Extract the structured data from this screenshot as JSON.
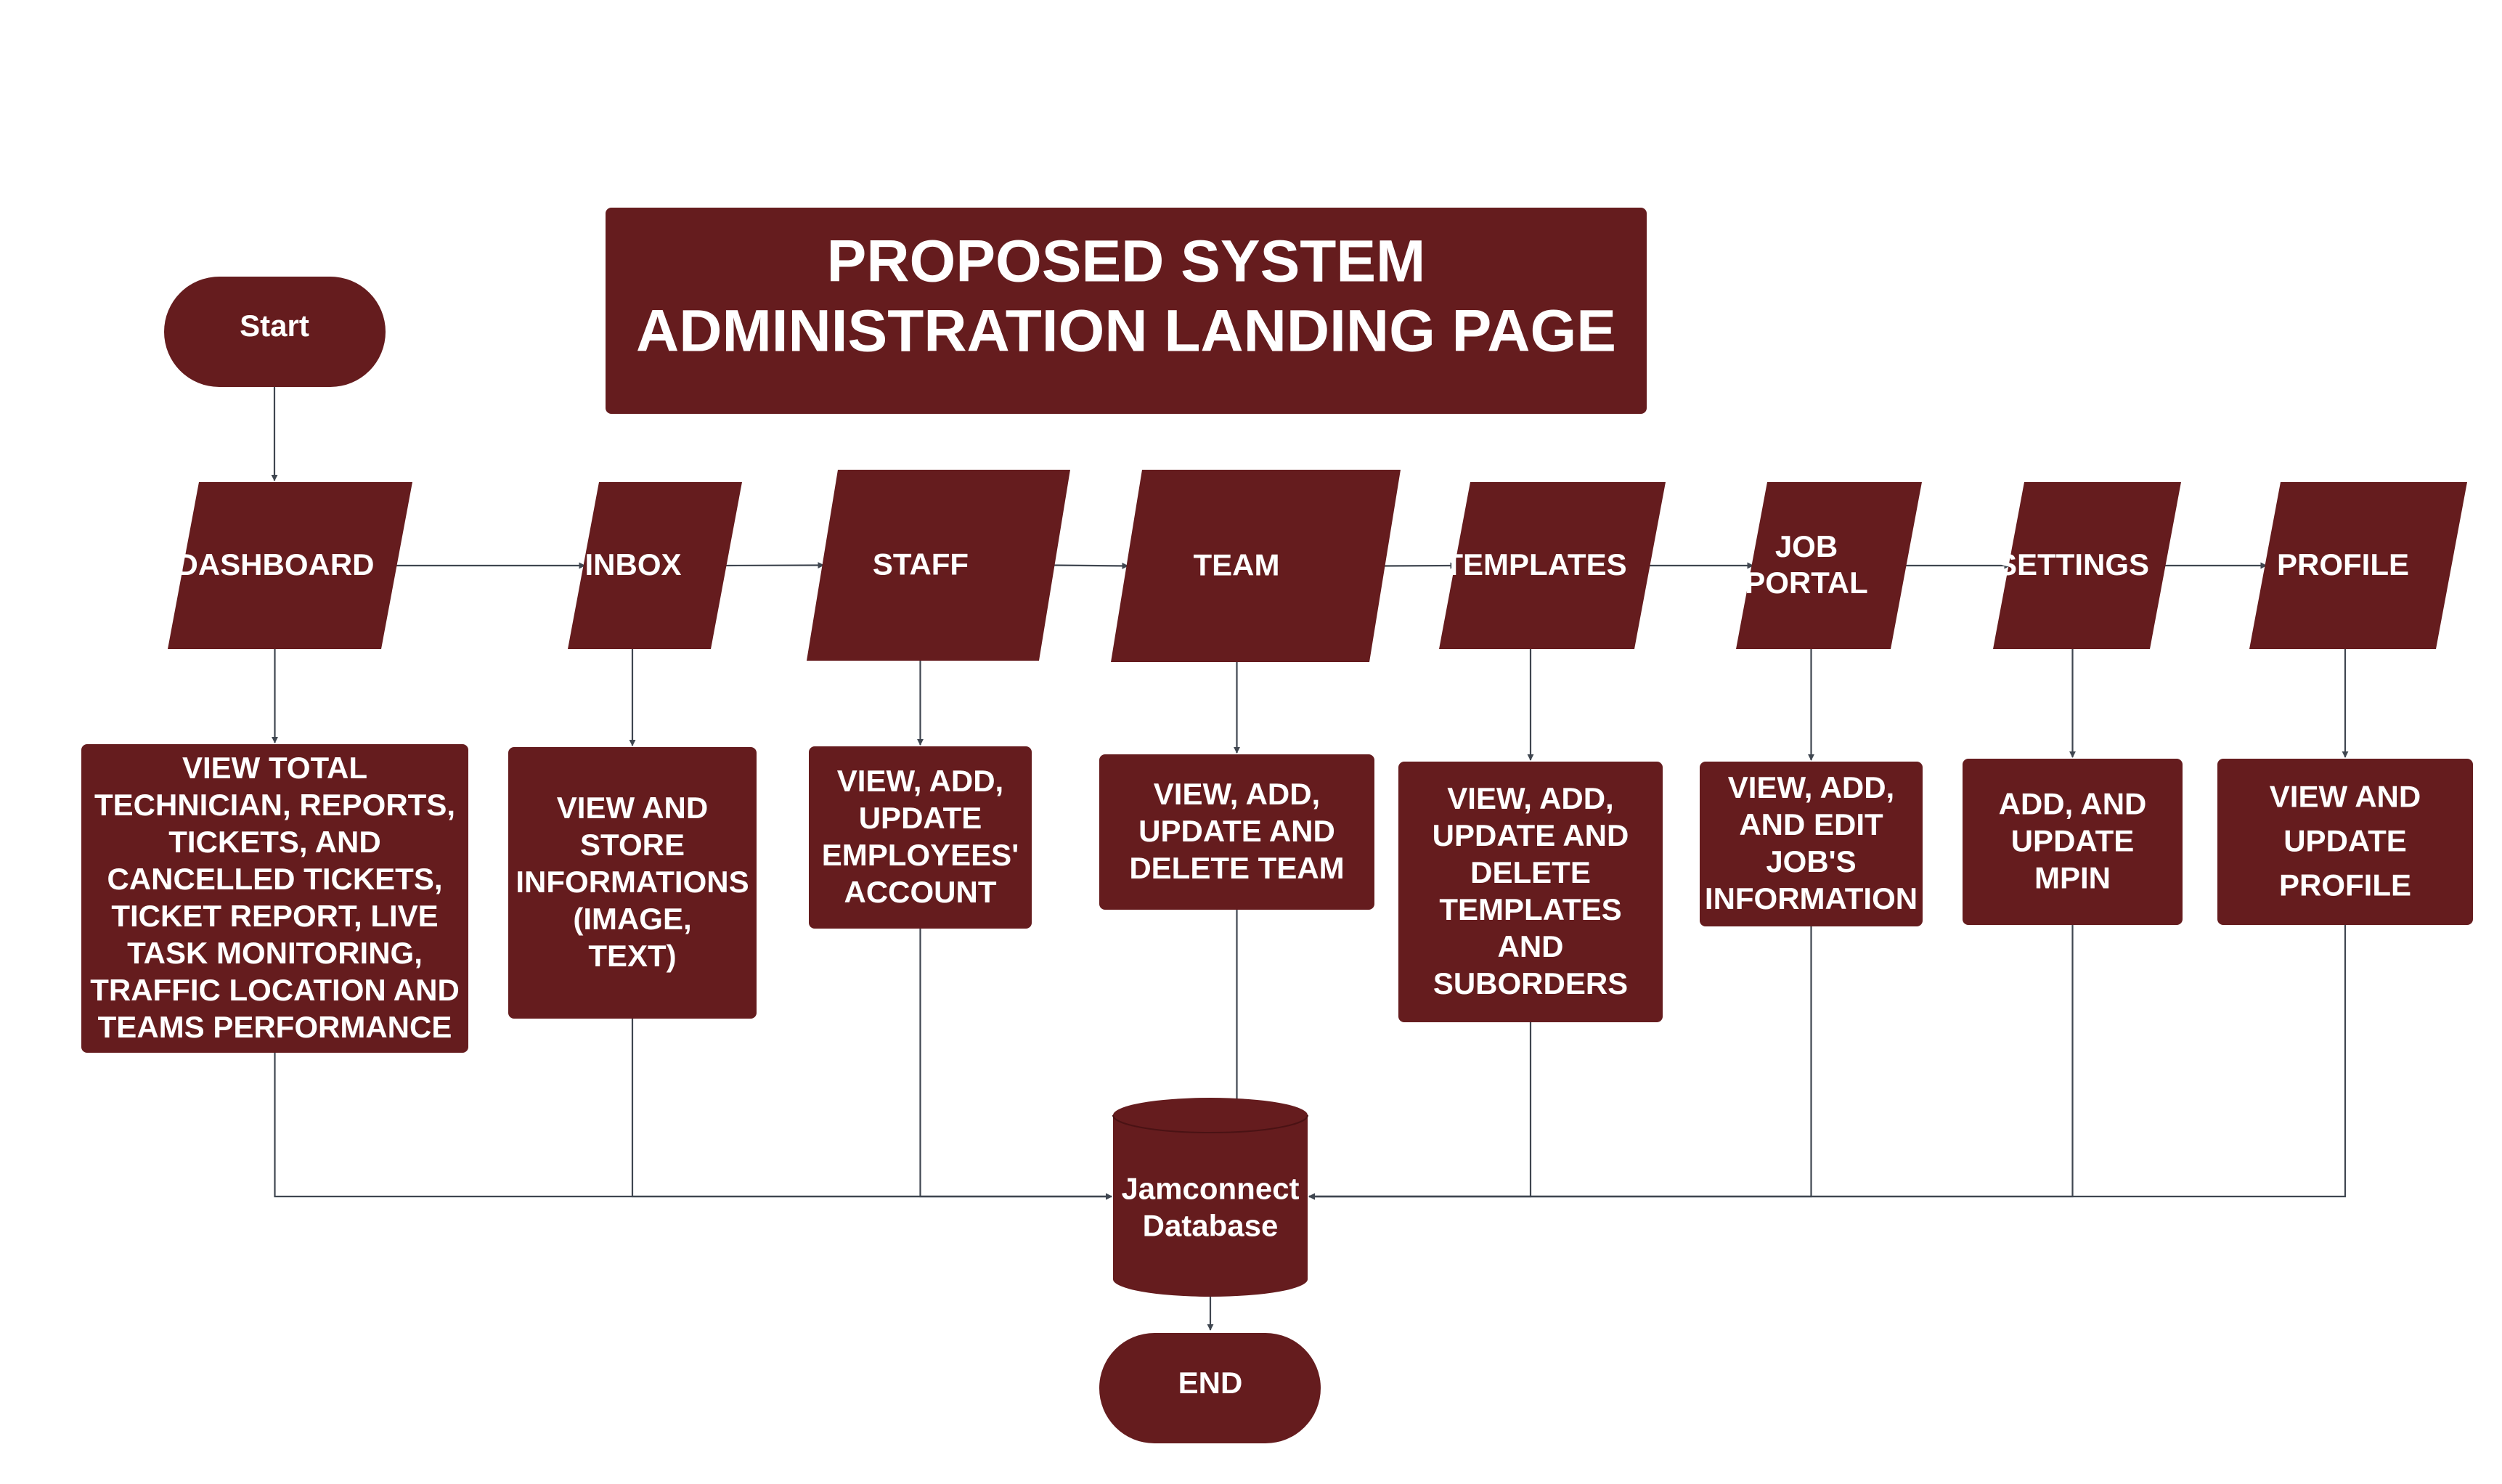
{
  "colors": {
    "node_fill": "#651c1e",
    "node_text": "#ffffff",
    "connector": "#3f4650",
    "background": "#ffffff"
  },
  "title": {
    "lines": [
      "PROPOSED SYSTEM",
      "ADMINISTRATION LANDING PAGE"
    ]
  },
  "start": {
    "label": "Start"
  },
  "end": {
    "label": "END"
  },
  "database": {
    "lines": [
      "Jamconnect",
      "Database"
    ]
  },
  "modules": [
    {
      "id": "dashboard",
      "label": [
        "DASHBOARD"
      ],
      "process": [
        "VIEW TOTAL",
        "TECHNICIAN, REPORTS,",
        "TICKETS, AND",
        "CANCELLED TICKETS,",
        "TICKET REPORT, LIVE",
        "TASK MONITORING,",
        "TRAFFIC LOCATION AND",
        "TEAMS PERFORMANCE"
      ]
    },
    {
      "id": "inbox",
      "label": [
        "INBOX"
      ],
      "process": [
        "VIEW AND",
        "STORE",
        "INFORMATIONS",
        "(IMAGE,",
        "TEXT)"
      ]
    },
    {
      "id": "staff",
      "label": [
        "STAFF"
      ],
      "process": [
        "VIEW, ADD,",
        "UPDATE",
        "EMPLOYEES'",
        "ACCOUNT"
      ]
    },
    {
      "id": "team",
      "label": [
        "TEAM"
      ],
      "process": [
        "VIEW, ADD,",
        "UPDATE AND",
        "DELETE TEAM"
      ]
    },
    {
      "id": "templates",
      "label": [
        "TEMPLATES"
      ],
      "process": [
        "VIEW, ADD,",
        "UPDATE AND",
        "DELETE",
        "TEMPLATES",
        "AND",
        "SUBORDERS"
      ]
    },
    {
      "id": "job-portal",
      "label": [
        "JOB",
        "PORTAL"
      ],
      "process": [
        "VIEW, ADD,",
        "AND EDIT",
        "JOB'S",
        "INFORMATION"
      ]
    },
    {
      "id": "settings",
      "label": [
        "SETTINGS"
      ],
      "process": [
        "ADD, AND",
        "UPDATE",
        "MPIN"
      ]
    },
    {
      "id": "profile",
      "label": [
        "PROFILE"
      ],
      "process": [
        "VIEW AND",
        "UPDATE",
        "PROFILE"
      ]
    }
  ]
}
